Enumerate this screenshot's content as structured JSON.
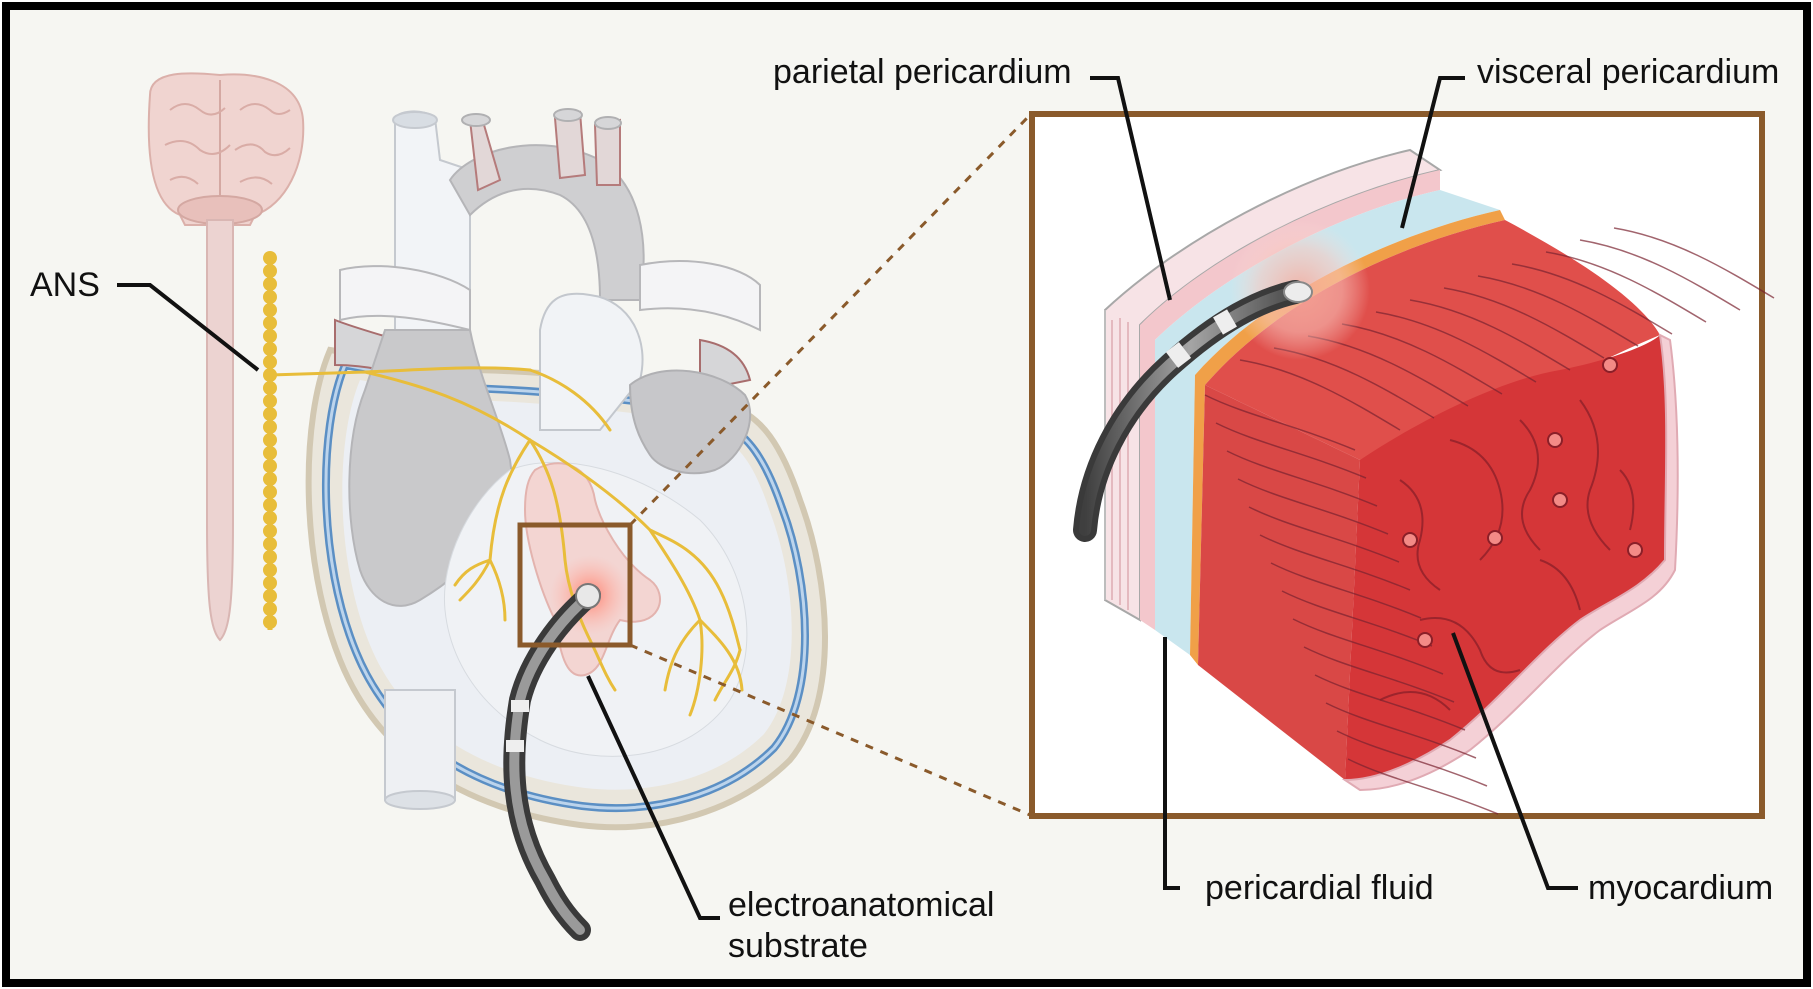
{
  "labels": {
    "ans": "ANS",
    "parietal": "parietal pericardium",
    "visceral": "visceral pericardium",
    "fluid": "pericardial fluid",
    "myocardium": "myocardium",
    "substrate_line1": "electroanatomical",
    "substrate_line2": "substrate"
  },
  "colors": {
    "frame": "#000000",
    "background": "#f6f6f2",
    "zoom_box": "#8a5a2b",
    "nerve": "#e8bd3a",
    "myocardium": "#e0504c",
    "cut_face": "#d83a3a",
    "heart_gray": "#c9c9cb",
    "pericardium_blue": "#5b8fc4",
    "catheter": "#6b6b6b",
    "brain": "#efcfcc"
  },
  "icons": [
    "brain-illustration",
    "spinal-cord-illustration",
    "heart-illustration",
    "catheter-illustration",
    "tissue-block-illustration"
  ]
}
